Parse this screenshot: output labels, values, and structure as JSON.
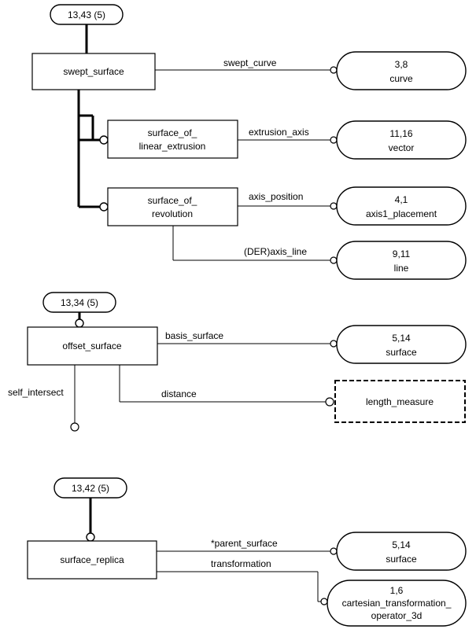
{
  "diagram": {
    "references": {
      "swept_ref": "13,43 (5)",
      "offset_ref": "13,34 (5)",
      "replica_ref": "13,42 (5)"
    },
    "entities": {
      "swept_surface": "swept_surface",
      "linear_extrusion_line1": "surface_of_",
      "linear_extrusion_line2": "linear_extrusion",
      "revolution_line1": "surface_of_",
      "revolution_line2": "revolution",
      "offset_surface": "offset_surface",
      "surface_replica": "surface_replica"
    },
    "targets": {
      "curve_ref": "3,8",
      "curve_name": "curve",
      "vector_ref": "11,16",
      "vector_name": "vector",
      "axis1_ref": "4,1",
      "axis1_name": "axis1_placement",
      "line_ref": "9,11",
      "line_name": "line",
      "surface1_ref": "5,14",
      "surface1_name": "surface",
      "length_measure": "length_measure",
      "surface2_ref": "5,14",
      "surface2_name": "surface",
      "ctop_ref": "1,6",
      "ctop_line1": "cartesian_transformation_",
      "ctop_line2": "operator_3d"
    },
    "relations": {
      "swept_curve": "swept_curve",
      "extrusion_axis": "extrusion_axis",
      "axis_position": "axis_position",
      "axis_line": "(DER)axis_line",
      "basis_surface": "basis_surface",
      "self_intersect": "self_intersect",
      "distance": "distance",
      "parent_surface": "*parent_surface",
      "transformation": "transformation"
    }
  }
}
